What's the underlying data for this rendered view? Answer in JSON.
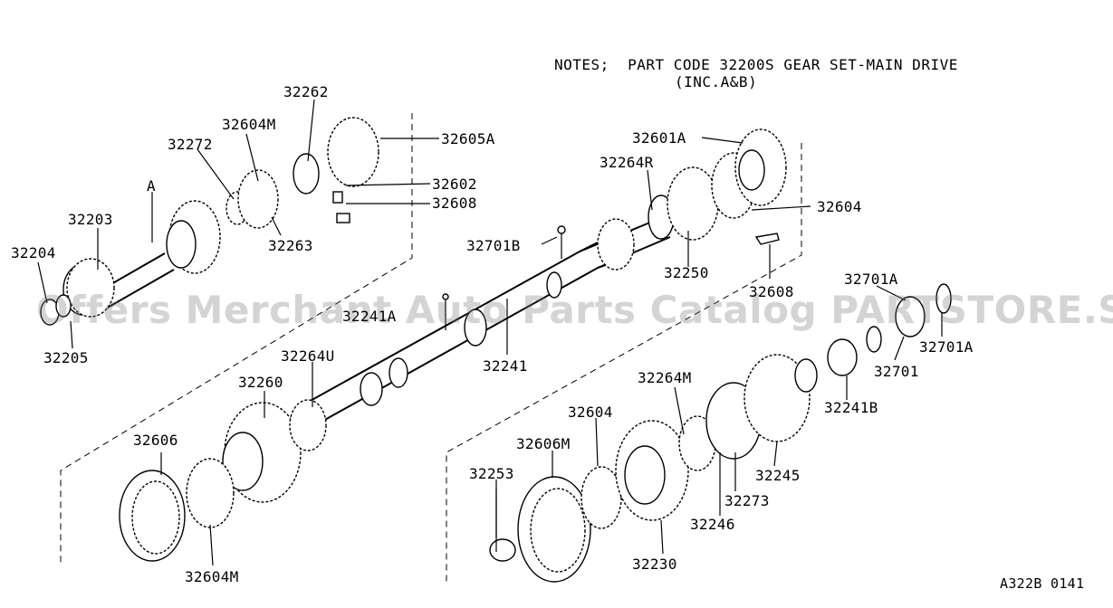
{
  "notes": {
    "line1": "NOTES;  PART CODE 32200S GEAR SET-MAIN DRIVE",
    "line2": "(INC.A&B)"
  },
  "figure_code": "A322B 0141",
  "watermark": "Offers Merchant Auto Parts Catalog PARTSTORE.SA",
  "callouts": {
    "p32262": "32262",
    "p32604M_top": "32604M",
    "p32605A": "32605A",
    "p32272": "32272",
    "p32602": "32602",
    "p32608_top": "32608",
    "pA": "A",
    "p32203": "32203",
    "p32263": "32263",
    "p32204": "32204",
    "p32205": "32205",
    "p32601A": "32601A",
    "p32264R": "32264R",
    "p32604_right": "32604",
    "p32701B": "32701B",
    "p32250": "32250",
    "p32608_right": "32608",
    "p32241A": "32241A",
    "p32241": "32241",
    "p32264U": "32264U",
    "p32260": "32260",
    "p32606": "32606",
    "p32604M_bottom": "32604M",
    "p32701A_top": "32701A",
    "p32701A_right": "32701A",
    "p32701": "32701",
    "p32241B": "32241B",
    "p32264M": "32264M",
    "p32604_mid": "32604",
    "p32606M": "32606M",
    "p32253": "32253",
    "p32245": "32245",
    "p32273": "32273",
    "p32246": "32246",
    "p32230": "32230"
  }
}
